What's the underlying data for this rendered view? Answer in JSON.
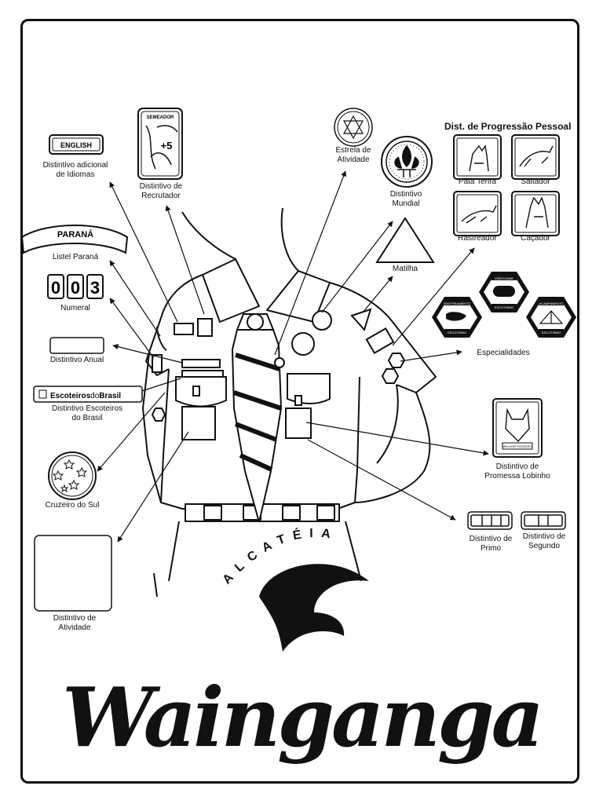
{
  "title": "Dist. de Progressão Pessoal",
  "labels": {
    "idiomas": "Distintivo adicional\nde Idiomas",
    "recrutador": "Distintivo de\nRecrutador",
    "estrela": "Estrela de\nAtividade",
    "mundial": "Distintivo\nMundial",
    "listel": "Listel Paraná",
    "matilha": "Matilha",
    "numeral": "Numeral",
    "anual": "Distintivo Anual",
    "especialidades": "Especialidades",
    "escoteiros_brasil": "Distintivo Escoteiros\ndo Brasil",
    "cruzeiro": "Cruzeiro do Sul",
    "promessa": "Distintivo de\nPromessa Lobinho",
    "primo": "Distintivo de\nPrimo",
    "segundo": "Distintivo de\nSegundo",
    "atividade": "Distintivo de\nAtividade"
  },
  "progression": [
    "Pata Tenra",
    "Saltador",
    "Rastreador",
    "Caçador"
  ],
  "badge_text": {
    "english": "ENGLISH",
    "semeador": "SEMEADOR",
    "plus5": "+5",
    "parana": "PARANÁ",
    "numeral_digits": [
      "0",
      "0",
      "3"
    ],
    "escoteiros_logo_a": "Escoteiros",
    "escoteiros_logo_b": "do",
    "escoteiros_logo_c": "Brasil",
    "spec_left_top": "RASTREAMENTO",
    "spec_left_bottom": "ESCOTISMO",
    "spec_mid_top": "VIDEOGAME",
    "spec_mid_bottom": "ESCOTISMO",
    "spec_right_top": "ACAMPAMENTO",
    "spec_right_bottom": "ESCOTISMO",
    "promessa_banner": "MELHOR POSSÍVEL"
  },
  "brand": {
    "arc_text": "ALCATÉIA",
    "name": "Wainganga"
  },
  "colors": {
    "ink": "#111111",
    "paper": "#ffffff"
  }
}
